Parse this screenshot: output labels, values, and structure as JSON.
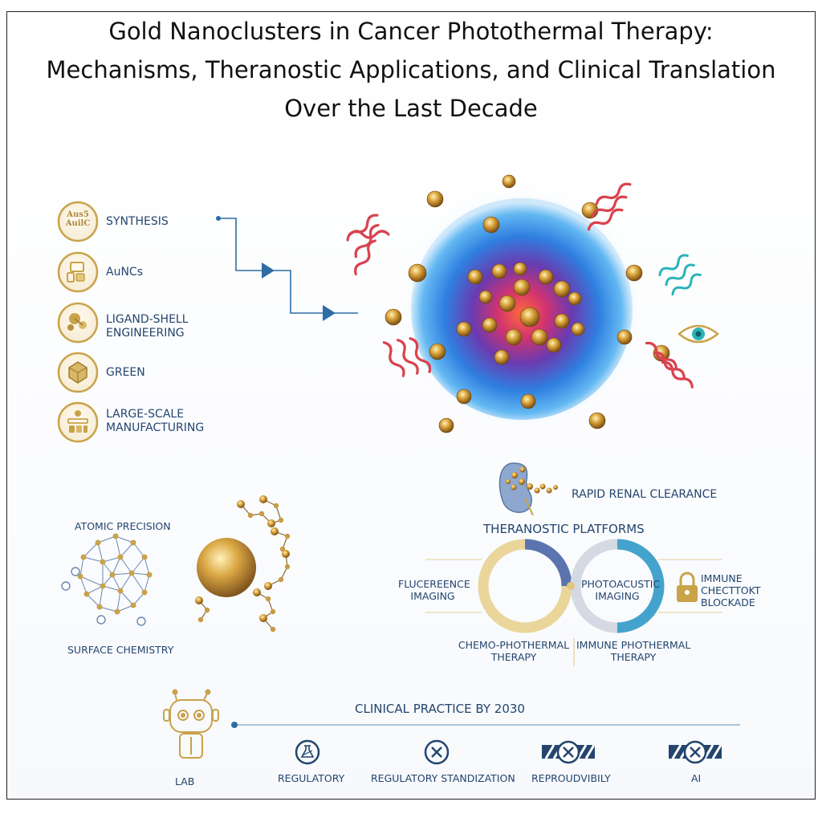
{
  "title": {
    "line1": "Gold Nanoclusters in Cancer Photothermal Therapy:",
    "line2": "Mechanisms, Theranostic Applications, and Clinical Translation",
    "line3": "Over the Last Decade"
  },
  "pipeline": {
    "items": [
      {
        "label": "SYNTHESIS",
        "icon": "ausg-auilc-emblem-icon",
        "emblem_line1": "Aus5",
        "emblem_line2": "AuilC"
      },
      {
        "label": "AuNCs",
        "icon": "lab-equipment-icon"
      },
      {
        "label1": "LIGAND-SHELL",
        "label2": "ENGINEERING",
        "icon": "ligand-icon"
      },
      {
        "label": "GREEN",
        "icon": "crystal-icon"
      },
      {
        "label1": "LARGE-SCALE",
        "label2": "MANUFACTURING",
        "icon": "factory-icon"
      }
    ]
  },
  "structure": {
    "atomic_precision": "ATOMIC PRECISION",
    "surface_chemistry": "SURFACE CHEMISTRY"
  },
  "clearance": {
    "label": "RAPID RENAL CLEARANCE",
    "icon": "kidney-icon"
  },
  "theranostic": {
    "title": "THERANOSTIC PLATFORMS",
    "left_ring": "FLUCEREENCE|IMAGING",
    "right_ring": "PHOTOACUSTIC|IMAGING",
    "left_bottom": "CHEMO-PHOTHERMAL|THERAPY",
    "right_bottom": "IMMUNE PHOTHERMAL|THERAPY",
    "immune": "IMMUNE|CHECTTOKT|BLOCKADE",
    "immune_icon": "padlock-icon"
  },
  "clinical": {
    "title": "CLINICAL PRACTICE BY 2030",
    "robot_icon": "robot-icon",
    "steps": [
      {
        "label": "LAB"
      },
      {
        "label": "REGULATORY",
        "icon": "flask-icon"
      },
      {
        "label": "REGULATORY STANDIZATION",
        "icon": "cross-circle-icon"
      },
      {
        "label": "REPROUDVIBILY",
        "icon": "striped-cross-icon"
      },
      {
        "label": "AI",
        "icon": "striped-cross-icon"
      }
    ]
  },
  "colors": {
    "navy": "#23456e",
    "gold": "#c9a24a",
    "blue_accent": "#2e6da4",
    "heat_red": "#d9434f",
    "teal": "#2ab3b8"
  }
}
